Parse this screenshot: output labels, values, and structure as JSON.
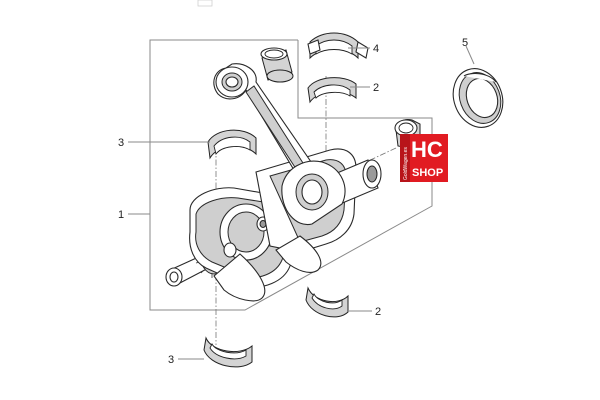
{
  "callouts": {
    "c1": "1",
    "c2a": "2",
    "c2b": "2",
    "c3a": "3",
    "c3b": "3",
    "c4": "4",
    "c5": "5"
  },
  "badge": {
    "top": "HC",
    "bottom": "SHOP",
    "side": "GoldWagen.es",
    "bg_color": "#e11b22",
    "text_color": "#ffffff"
  },
  "colors": {
    "line": "#8a8a8a",
    "part_stroke": "#2a2a2a",
    "shade": "#cfcfcf"
  }
}
